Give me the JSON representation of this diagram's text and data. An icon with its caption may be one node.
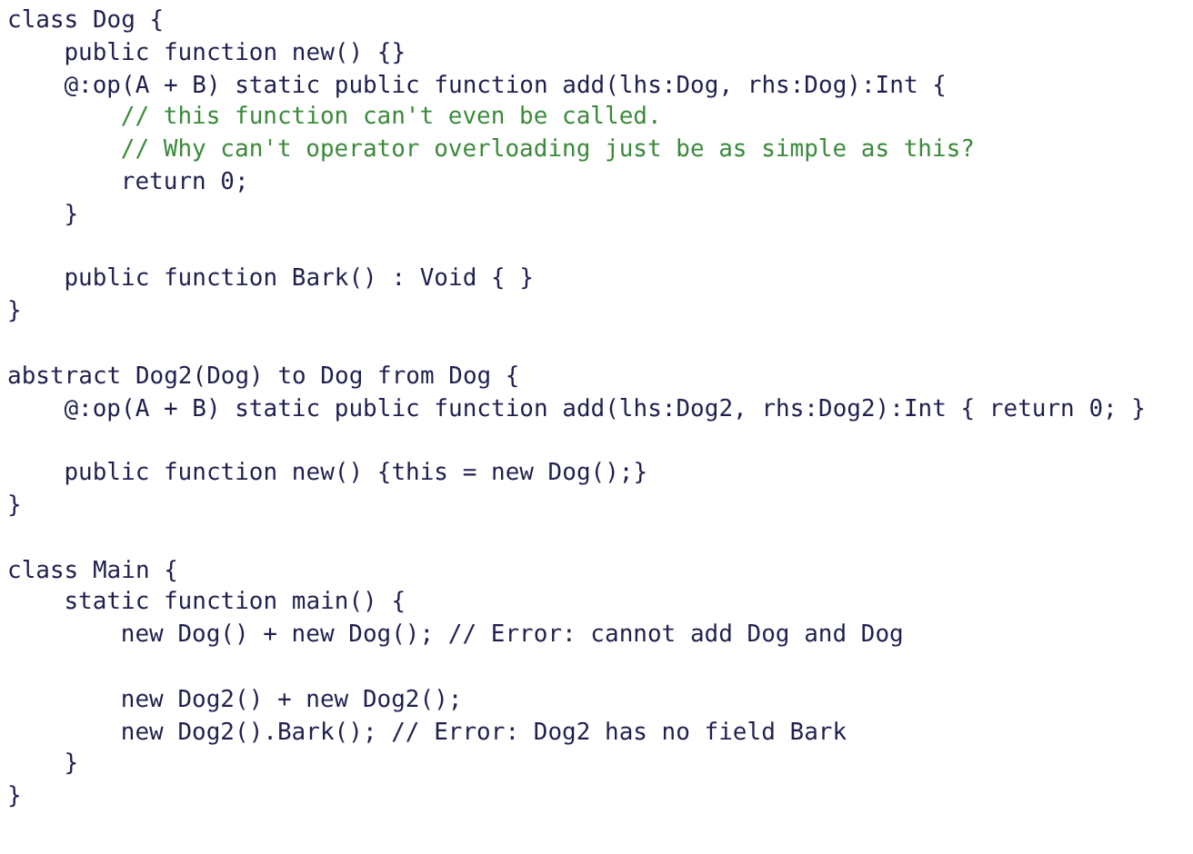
{
  "diagram": {
    "labels": [
      "class Dog {",
      "public function new() {}",
      "@:op(A + B) static public function add(lhs:Dog, rhs:Dog):Int {",
      "// this function can't even be called.",
      "// Why can't operator overloading just be as simple as this?",
      "return 0;",
      "}",
      "public function Bark() : Void { }",
      "}",
      "abstract Dog2(Dog) to Dog from Dog {",
      "@:op(A + B) static public function add(lhs:Dog2, rhs:Dog2):Int { return 0; }",
      "public function new() {this = new Dog();}",
      "}",
      "class Main {",
      "static function main() {",
      "new Dog() + new Dog(); // Error: cannot add Dog and Dog",
      "new Dog2() + new Dog2();",
      "new Dog2().Bark(); // Error: Dog2 has no field Bark",
      "}",
      "}"
    ]
  }
}
